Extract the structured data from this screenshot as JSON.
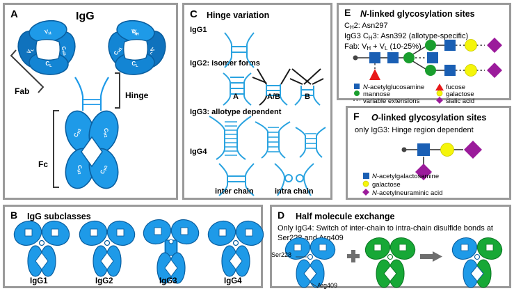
{
  "figure": {
    "panels": [
      "A",
      "B",
      "C",
      "D",
      "E",
      "F"
    ]
  },
  "panelA": {
    "letter": "A",
    "title": "IgG",
    "domains": {
      "vh": "V",
      "vh_sub": "H",
      "vl": "V",
      "vl_sub": "L",
      "ch1": "C",
      "ch1_sub": "H1",
      "cl": "C",
      "cl_sub": "L",
      "ch2": "C",
      "ch2_sub": "H2",
      "ch3": "C",
      "ch3_sub": "H3"
    },
    "labels": {
      "fab": "Fab",
      "hinge": "Hinge",
      "fc": "Fc"
    },
    "colors": {
      "light_blue": "#1e9ae8",
      "mid_blue": "#1385d4",
      "dark_blue": "#0f72bd",
      "outline": "#0a5fa0"
    }
  },
  "panelB": {
    "letter": "B",
    "title": "IgG subclasses",
    "subclasses": [
      "IgG1",
      "IgG2",
      "IgG3",
      "IgG4"
    ],
    "color": "#1e9ae8"
  },
  "panelC": {
    "letter": "C",
    "title": "Hinge variation",
    "rows": [
      {
        "label": "IgG1",
        "variants": []
      },
      {
        "label": "IgG2: isomer forms",
        "variants": [
          "A",
          "A/B",
          "B"
        ]
      },
      {
        "label": "IgG3: allotype dependent",
        "variants": []
      },
      {
        "label": "IgG4",
        "variants": [
          "inter chain",
          "intra chain"
        ]
      }
    ],
    "color": "#2aa3e0",
    "dark": "#1a1a1a"
  },
  "panelD": {
    "letter": "D",
    "title": "Half molecule exchange",
    "description_line1": "Only IgG4: Switch of inter-chain to intra-chain disulfide bonds at",
    "description_line2": "Ser228 and Arg409",
    "annotations": [
      "Ser228",
      "Arg409"
    ],
    "plus": "+",
    "colors": {
      "blue": "#1e9ae8",
      "green": "#17a836",
      "arrow": "#6e6e6e"
    }
  },
  "panelE": {
    "letter": "E",
    "title_italic": "N",
    "title_rest": "-linked glycosylation sites",
    "lines": [
      {
        "pre": "C",
        "sub": "H",
        "post": "2: Asn297"
      },
      {
        "pre": "IgG3 C",
        "sub": "H",
        "post": "3: Asn392 (allotype-specific)"
      },
      {
        "pre": "Fab: V",
        "sub": "H",
        "post": " + V",
        "sub2": "L",
        "post2": " (10-25%)"
      }
    ],
    "legend": [
      {
        "shape": "square",
        "color": "#1a5fb4",
        "italic": "N",
        "text": "-acetylglucosamine"
      },
      {
        "shape": "circle",
        "color": "#1a9e2e",
        "italic": "",
        "text": "mannose"
      },
      {
        "shape": "dots",
        "color": "#555555",
        "italic": "",
        "text": "variable extensions"
      },
      {
        "shape": "triangle",
        "color": "#e81818",
        "italic": "",
        "text": "fucose"
      },
      {
        "shape": "circle",
        "color": "#f5f50a",
        "italic": "",
        "text": "galactose"
      },
      {
        "shape": "diamond",
        "color": "#9b1b9b",
        "italic": "",
        "text": "sialic acid"
      }
    ]
  },
  "panelF": {
    "letter": "F",
    "title_italic": "O",
    "title_rest": "-linked glycosylation sites",
    "subtitle": "only IgG3: Hinge region dependent",
    "legend": [
      {
        "shape": "square",
        "color": "#1a5fb4",
        "italic": "N",
        "text": "-acetylgalactosamine"
      },
      {
        "shape": "circle",
        "color": "#f5f50a",
        "italic": "",
        "text": "galactose"
      },
      {
        "shape": "diamond",
        "color": "#9b1b9b",
        "italic": "",
        "text": "N-acetylneuraminic acid",
        "italic_prefix": "N",
        "text_rest": "-acetylneuraminic acid"
      }
    ]
  }
}
